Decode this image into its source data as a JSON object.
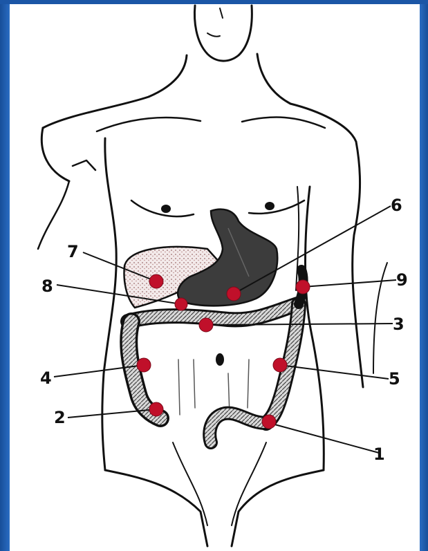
{
  "colors": {
    "background_frame": "#1f5fb0",
    "paper": "#ffffff",
    "ink": "#111111",
    "marker": "#c0102a",
    "organ_dark": "#3a3a3a",
    "liver_fill": "#e8dede"
  },
  "markers": [
    {
      "id": "1",
      "label": "1"
    },
    {
      "id": "2",
      "label": "2"
    },
    {
      "id": "3",
      "label": "3"
    },
    {
      "id": "4",
      "label": "4"
    },
    {
      "id": "5",
      "label": "5"
    },
    {
      "id": "6",
      "label": "6"
    },
    {
      "id": "7",
      "label": "7"
    },
    {
      "id": "8",
      "label": "8"
    },
    {
      "id": "9",
      "label": "9"
    }
  ]
}
